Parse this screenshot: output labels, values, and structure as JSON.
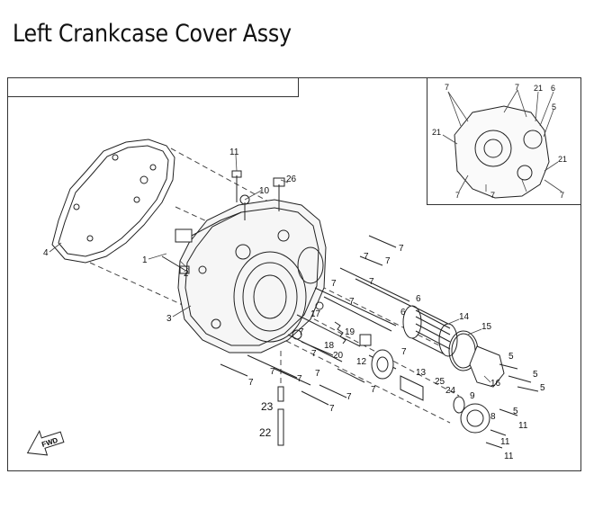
{
  "title": "Left Crankcase Cover Assy",
  "fwd_label": "FWD",
  "callouts": {
    "c1": "1",
    "c2": "2",
    "c3": "3",
    "c4": "4",
    "c5a": "5",
    "c5b": "5",
    "c5c": "5",
    "c5d": "5",
    "c6a": "6",
    "c6b": "6",
    "c7a": "7",
    "c7b": "7",
    "c7c": "7",
    "c7d": "7",
    "c7e": "7",
    "c7f": "7",
    "c7g": "7",
    "c7h": "7",
    "c7i": "7",
    "c7j": "7",
    "c7k": "7",
    "c7l": "7",
    "c7m": "7",
    "c7n": "7",
    "c7o": "7",
    "c7p": "7",
    "c8": "8",
    "c9": "9",
    "c10": "10",
    "c11a": "11",
    "c11b": "11",
    "c11c": "11",
    "c11d": "11",
    "c12": "12",
    "c13": "13",
    "c14": "14",
    "c15": "15",
    "c16": "16",
    "c17": "17",
    "c18": "18",
    "c19": "19",
    "c20": "20",
    "c22": "22",
    "c23": "23",
    "c24": "24",
    "c25": "25",
    "c26": "26"
  },
  "inset_callouts": {
    "i7a": "7",
    "i7b": "7",
    "i7c": "7",
    "i7d": "7",
    "i7e": "7",
    "i21a": "21",
    "i21b": "21",
    "i21c": "21",
    "i6": "6",
    "i5": "5"
  }
}
